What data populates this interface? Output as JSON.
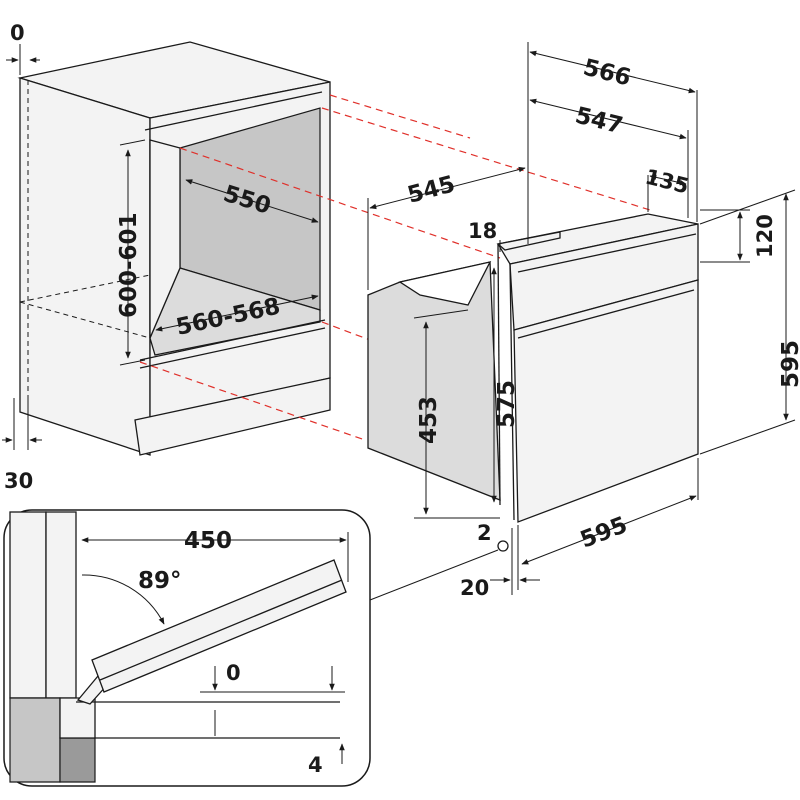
{
  "diagram": {
    "cabinet": {
      "top_offset": "0",
      "side_offset": "30",
      "niche_height": "600-601",
      "niche_depth": "550",
      "niche_width": "560-568"
    },
    "oven": {
      "depth_total": "566",
      "depth_body": "547",
      "panel_depth": "135",
      "side_depth": "545",
      "top_step": "18",
      "panel_height": "120",
      "height": "595",
      "body_height": "575",
      "inner_height": "453",
      "width": "595",
      "bottom_gap": "2",
      "front_offset": "20"
    },
    "detail": {
      "door_depth": "450",
      "door_angle": "89°",
      "gap_top": "0",
      "gap_bottom": "4"
    },
    "colors": {
      "line": "#1a1a1a",
      "hidden_line": "#e0302a",
      "niche_fill": "#c6c6c6"
    }
  }
}
